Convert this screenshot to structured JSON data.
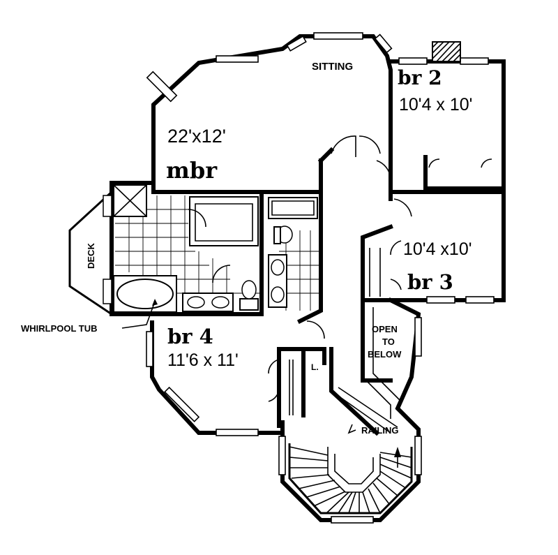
{
  "rooms": {
    "sitting": "SITTING",
    "mbr_size": "22'x12'",
    "mbr_name": "mbr",
    "br2_name": "br 2",
    "br2_size": "10'4 x 10'",
    "br3_size": "10'4 x10'",
    "br3_name": "br 3",
    "br4_name": "br 4",
    "br4_size": "11'6 x 11'",
    "deck": "DECK",
    "whirlpool": "WHIRLPOOL TUB",
    "open_line1": "OPEN",
    "open_line2": "TO",
    "open_line3": "BELOW",
    "railing": "RAILING",
    "linen": "L."
  }
}
